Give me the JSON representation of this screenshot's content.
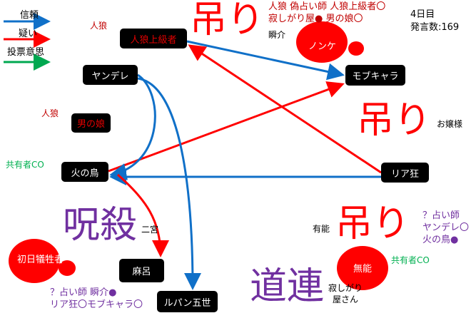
{
  "legend": {
    "trust": "信頼",
    "doubt": "疑い",
    "vote": "投票意思"
  },
  "colors": {
    "trust": "#1070c8",
    "doubt": "#ff0000",
    "vote": "#00a850",
    "purple": "#7030a0",
    "role_red": "#c00000",
    "co_green": "#00b050"
  },
  "status": {
    "day": "4日目",
    "posts": "発言数:169"
  },
  "nodes": {
    "jinro_joukyu": "人狼上級者",
    "yandere": "ヤンデレ",
    "mob": "モブキャラ",
    "otokonoko": "男の娘",
    "hinotori": "火の鳥",
    "riakyo": "リア狂",
    "shonichi": "初日犠牲者",
    "maro": "麻呂",
    "lupin": "ルパン五世",
    "nonke": "ノンケ",
    "munou": "無能"
  },
  "labels": {
    "jinro1": "人狼",
    "jinro2": "人狼",
    "kyouyuu": "共有者CO",
    "kyouyuu2": "共有者CO",
    "tsuri1": "吊り",
    "tsuri2": "吊り",
    "tsuri3": "吊り",
    "jusatsu": "呪殺",
    "michizure": "道連",
    "shunsuke": "瞬介",
    "ojousama": "お嬢様",
    "yuunou": "有能",
    "ninomiya": "二宮",
    "sabishi1": "寂しがり",
    "sabishi2": "屋さん"
  },
  "notes": {
    "nonke_line1": "人狼 偽占い師 人狼上級者〇",
    "nonke_line2": "寂しがり屋● 男の娘〇",
    "munou_line1": "？占い師",
    "munou_line2": "ヤンデレ〇",
    "munou_line3": "火の鳥●",
    "shonichi_line1": "？占い師 瞬介●",
    "shonichi_line2": "リア狂〇モブキャラ〇"
  }
}
